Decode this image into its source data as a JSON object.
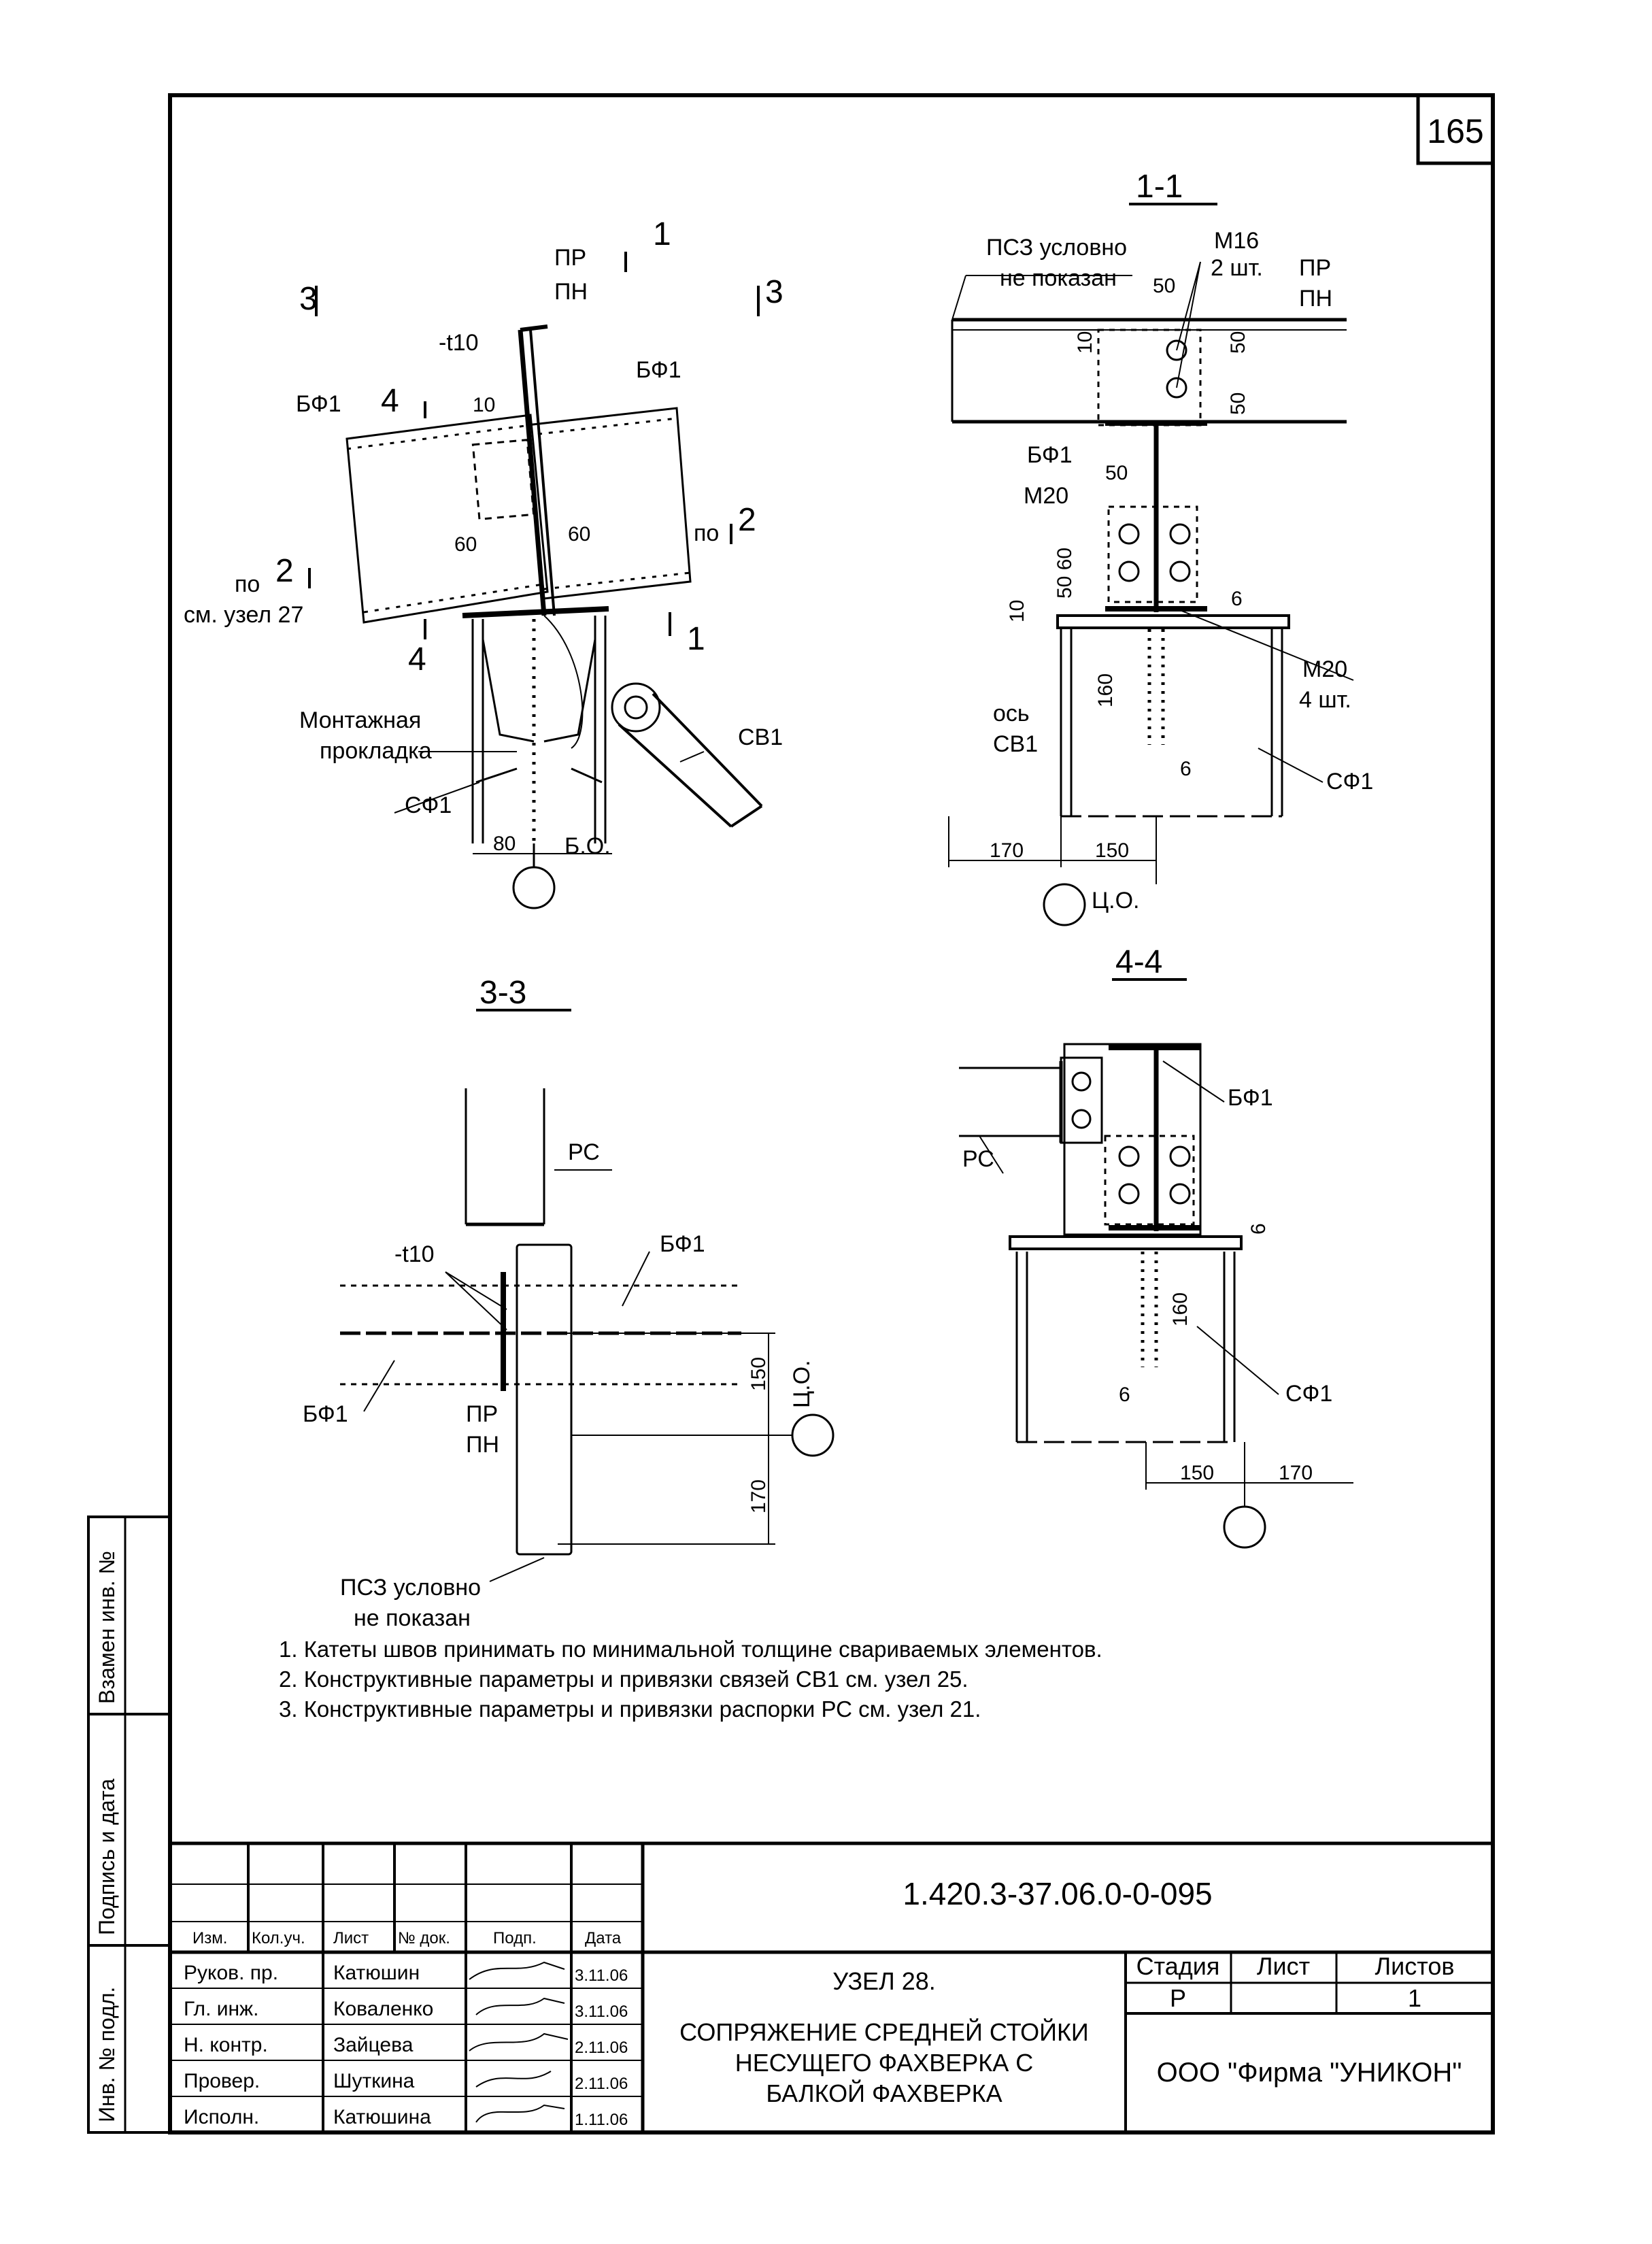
{
  "sheet_number": "165",
  "sections": {
    "s11": "1-1",
    "s33": "3-3",
    "s44": "4-4"
  },
  "labels": {
    "pr": "ПР",
    "pn": "ПН",
    "bf1": "БФ1",
    "sf1": "СФ1",
    "sv1": "СВ1",
    "rs": "РС",
    "t10": "-t10",
    "m16": "М16",
    "m16_qty": "2 шт.",
    "m20": "М20",
    "m20_qty": "4 шт.",
    "psz_line1": "ПСЗ условно",
    "psz_line2": "не показан",
    "mount_line1": "Монтажная",
    "mount_line2": "прокладка",
    "axis_line1": "ось",
    "axis_line2": "СВ1",
    "bo": "Б.О.",
    "co": "Ц.О.",
    "po": "по",
    "see_node": "см. узел 27",
    "cut1": "1",
    "cut2": "2",
    "cut3": "3",
    "cut4": "4"
  },
  "dims": {
    "d10": "10",
    "d50": "50",
    "d60": "60",
    "d80": "80",
    "d6": "6",
    "d160": "160",
    "d150": "150",
    "d170": "170",
    "d50_60": "50 60"
  },
  "notes": [
    "1. Катеты швов принимать по минимальной толщине свариваемых элементов.",
    "2. Конструктивные параметры и привязки связей СВ1 см. узел 25.",
    "3. Конструктивные параметры и привязки распорки РС см. узел 21."
  ],
  "side_stamp": {
    "zamen": "Взамен инв. №",
    "podpis": "Подпись и дата",
    "inv": "Инв. № подл."
  },
  "title_block": {
    "doc_code": "1.420.3-37.06.0-0-095",
    "headers": [
      "Изм.",
      "Кол.уч.",
      "Лист",
      "№ док.",
      "Подп.",
      "Дата"
    ],
    "rows": [
      {
        "role": "Руков. пр.",
        "name": "Катюшин",
        "date": "3.11.06"
      },
      {
        "role": "Гл. инж.",
        "name": "Коваленко",
        "date": "3.11.06"
      },
      {
        "role": "Н. контр.",
        "name": "Зайцева",
        "date": "2.11.06"
      },
      {
        "role": "Провер.",
        "name": "Шуткина",
        "date": "2.11.06"
      },
      {
        "role": "Исполн.",
        "name": "Катюшина",
        "date": "1.11.06"
      }
    ],
    "title_lines": [
      "УЗЕЛ 28.",
      "СОПРЯЖЕНИЕ СРЕДНЕЙ СТОЙКИ",
      "НЕСУЩЕГО ФАХВЕРКА С",
      "БАЛКОЙ ФАХВЕРКА"
    ],
    "stage_label": "Стадия",
    "sheet_label": "Лист",
    "sheets_label": "Листов",
    "stage": "Р",
    "sheet": "",
    "sheets": "1",
    "company": "ООО  \"Фирма \"УНИКОН\""
  }
}
